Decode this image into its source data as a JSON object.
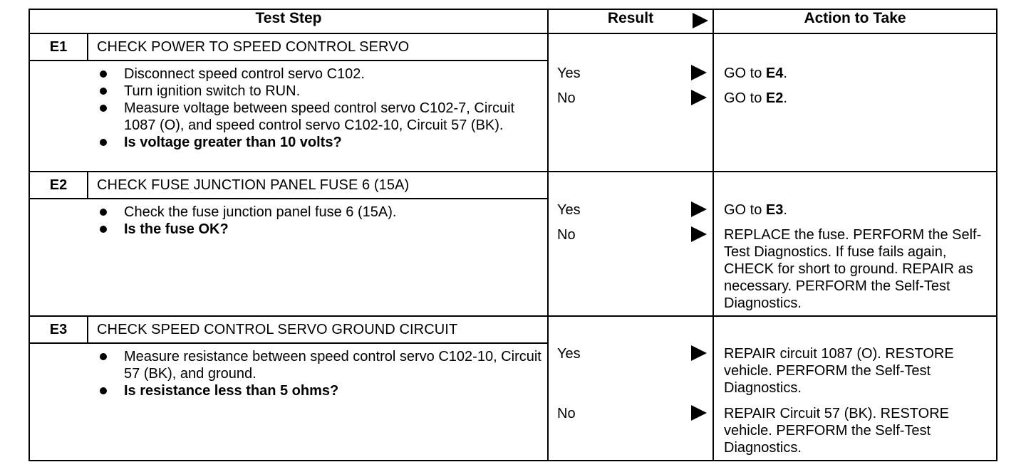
{
  "headers": {
    "test_step": "Test Step",
    "result": "Result",
    "action": "Action to Take"
  },
  "steps": [
    {
      "id": "E1",
      "title": "CHECK POWER TO SPEED CONTROL SERVO",
      "bullets": [
        "Disconnect speed control servo C102.",
        "Turn ignition switch to RUN.",
        "Measure voltage between speed control servo C102-7, Circuit 1087 (O), and speed control servo C102-10, Circuit 57 (BK)."
      ],
      "question": "Is voltage greater than 10 volts?",
      "results": [
        {
          "label": "Yes",
          "action_prefix": "GO to ",
          "action_ref": "E4",
          "action_suffix": "."
        },
        {
          "label": "No",
          "action_prefix": "GO to ",
          "action_ref": "E2",
          "action_suffix": "."
        }
      ]
    },
    {
      "id": "E2",
      "title": "CHECK FUSE JUNCTION PANEL FUSE 6 (15A)",
      "bullets": [
        "Check the fuse junction panel fuse 6 (15A)."
      ],
      "question": "Is the fuse OK?",
      "results": [
        {
          "label": "Yes",
          "action_prefix": "GO to ",
          "action_ref": "E3",
          "action_suffix": "."
        },
        {
          "label": "No",
          "action_text": "REPLACE the fuse. PERFORM the Self-Test Diagnostics. If fuse fails again, CHECK for short to ground. REPAIR as necessary. PERFORM the Self-Test Diagnostics."
        }
      ]
    },
    {
      "id": "E3",
      "title": "CHECK SPEED CONTROL SERVO GROUND CIRCUIT",
      "bullets": [
        "Measure resistance between speed control servo C102-10, Circuit 57 (BK), and ground."
      ],
      "question": "Is resistance less than 5 ohms?",
      "results": [
        {
          "label": "Yes",
          "action_text": "REPAIR circuit 1087 (O). RESTORE vehicle. PERFORM the Self-Test Diagnostics."
        },
        {
          "label": "No",
          "action_text": "REPAIR Circuit 57 (BK). RESTORE vehicle. PERFORM the Self-Test Diagnostics."
        }
      ]
    }
  ]
}
